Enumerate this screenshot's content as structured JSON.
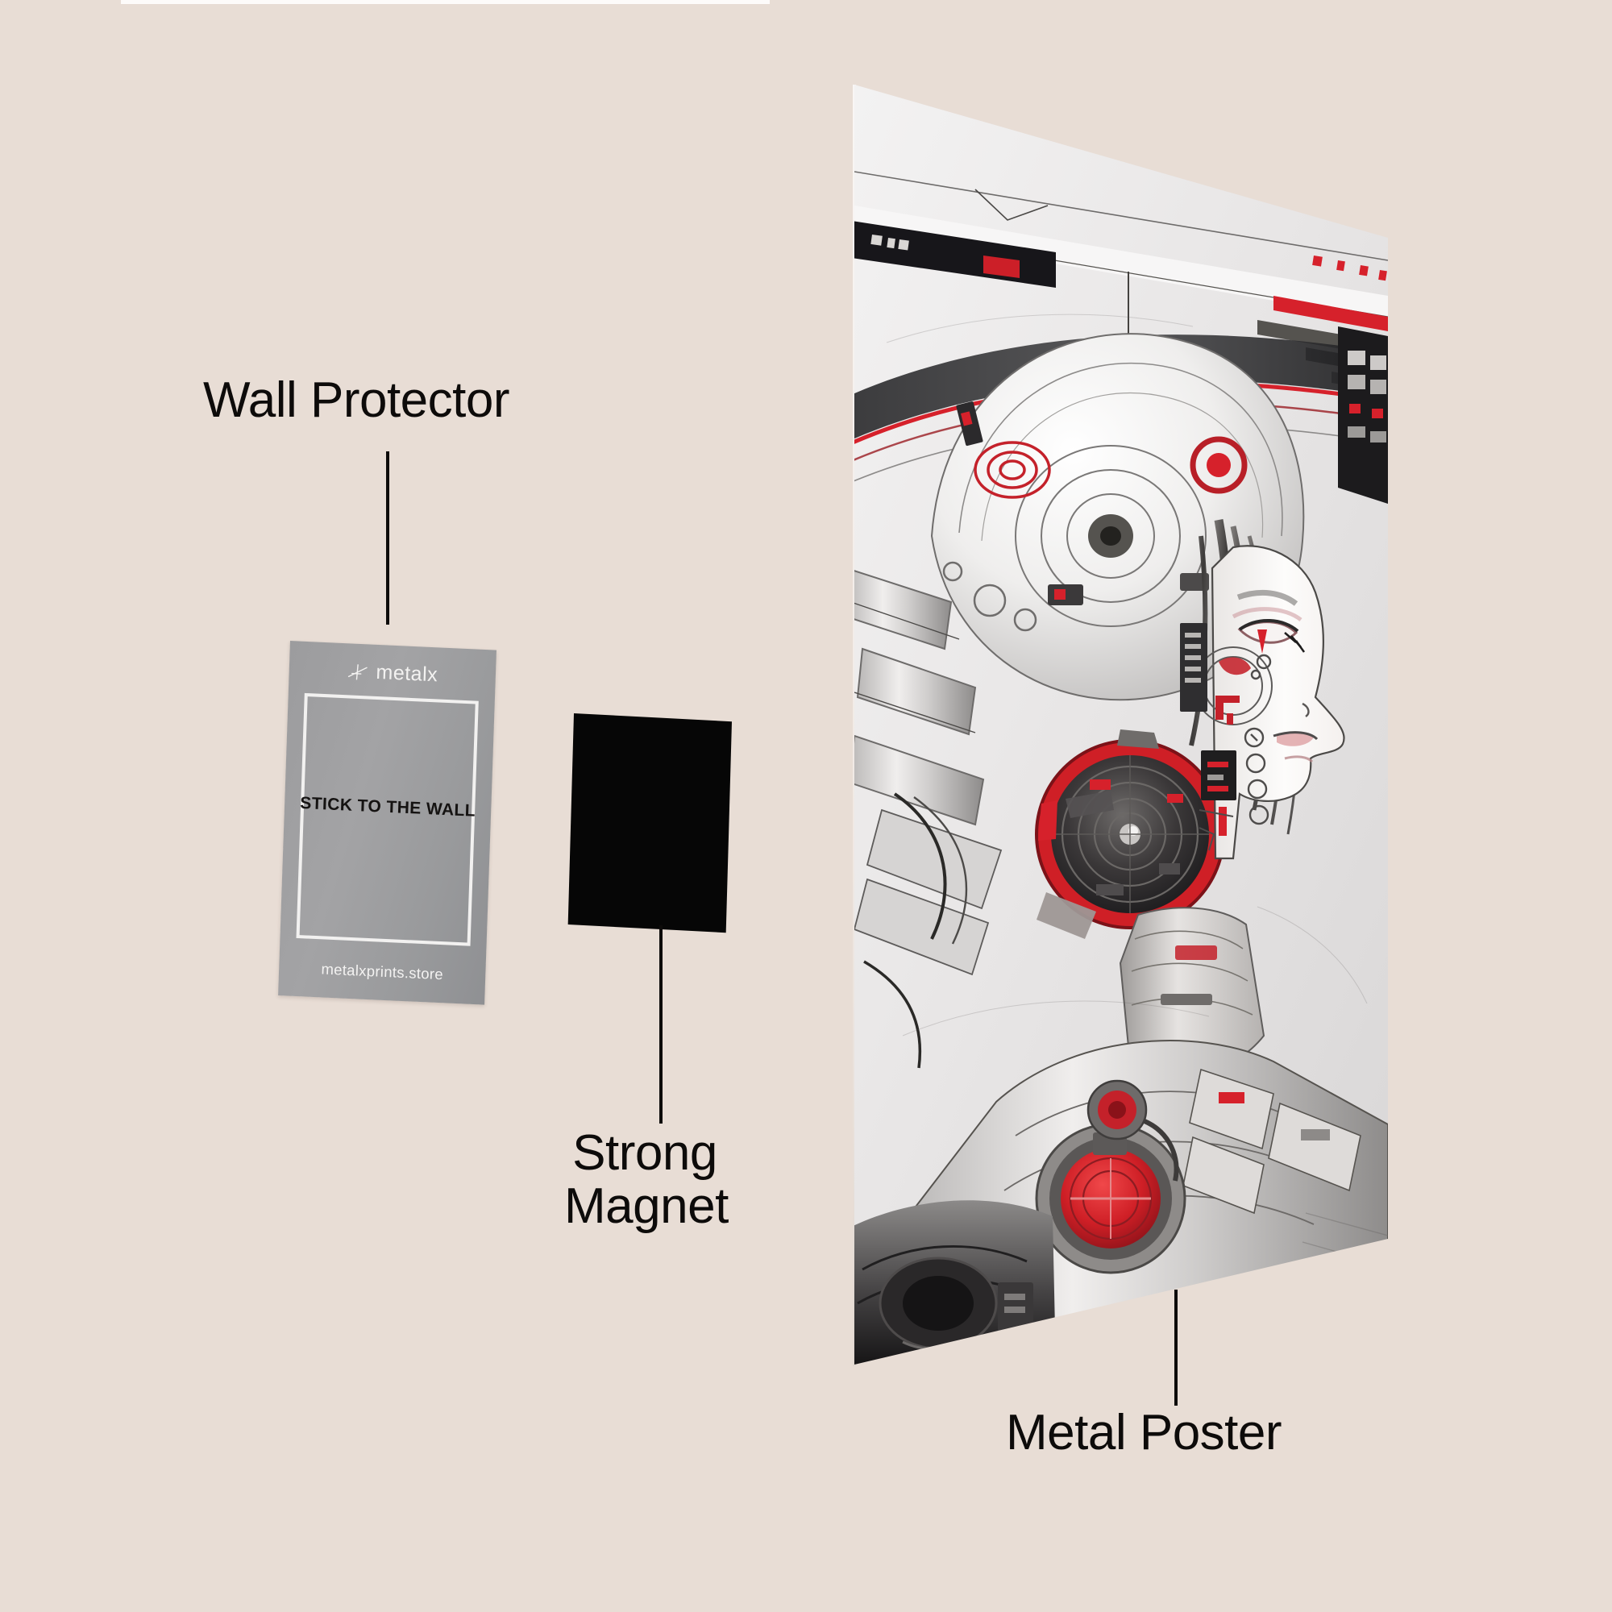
{
  "page": {
    "background_color": "#e8ddd5",
    "text_color": "#0d0b0a"
  },
  "callouts": [
    {
      "id": "wall-protector",
      "label": "Wall Protector"
    },
    {
      "id": "strong-magnet",
      "label": "Strong\nMagnet"
    },
    {
      "id": "metal-poster",
      "label": "Metal Poster"
    }
  ],
  "wall_protector_card": {
    "brand": "metalx",
    "brand_mark": "metalx-cross-icon",
    "center_text": "STICK TO THE WALL",
    "url": "metalxprints.store",
    "card_color": "#9c9c9e",
    "frame_color": "#f2f1f0",
    "text_color": "#151312"
  },
  "magnet": {
    "name": "Strong Magnet",
    "color": "#060606"
  },
  "metal_poster": {
    "name": "Metal Poster",
    "artwork_title": "Cyberpunk cyborg woman profile",
    "accent_color": "#d6212b",
    "base_color": "#eceaea"
  }
}
